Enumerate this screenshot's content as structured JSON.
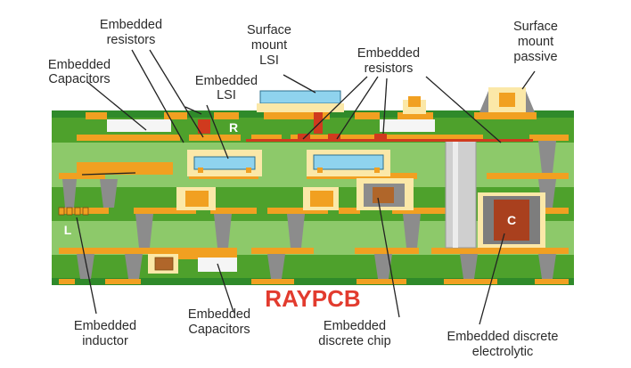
{
  "labels": {
    "embedded_resistors_left": [
      "Embedded",
      "resistors"
    ],
    "embedded_capacitors_top": [
      "Embedded",
      "Capacitors"
    ],
    "embedded_lsi": [
      "Embedded",
      "LSI"
    ],
    "surface_mount_lsi": [
      "Surface",
      "mount",
      "LSI"
    ],
    "embedded_resistors_right": [
      "Embedded",
      "resistors"
    ],
    "surface_mount_passive": [
      "Surface",
      "mount",
      "passive"
    ],
    "embedded_inductor": [
      "Embedded",
      "inductor"
    ],
    "embedded_capacitors_bottom": [
      "Embedded",
      "Capacitors"
    ],
    "embedded_discrete_chip": [
      "Embedded",
      "discrete chip"
    ],
    "embedded_discrete_electrolytic": [
      "Embedded discrete",
      "electrolytic"
    ]
  },
  "markers": {
    "resistor": "R",
    "inductor": "L",
    "capacitor": "C"
  },
  "brand": "RAYPCB",
  "colors": {
    "board_green": "#4ea12c",
    "light_green": "#8dc96a",
    "copper": "#f1a021",
    "via_gray": "#8c8c8c",
    "chip_blue": "#8fd3ee",
    "resistor_red": "#d03a1e",
    "electrolytic_brown": "#a9401e",
    "brand_red": "#e23b2e"
  }
}
